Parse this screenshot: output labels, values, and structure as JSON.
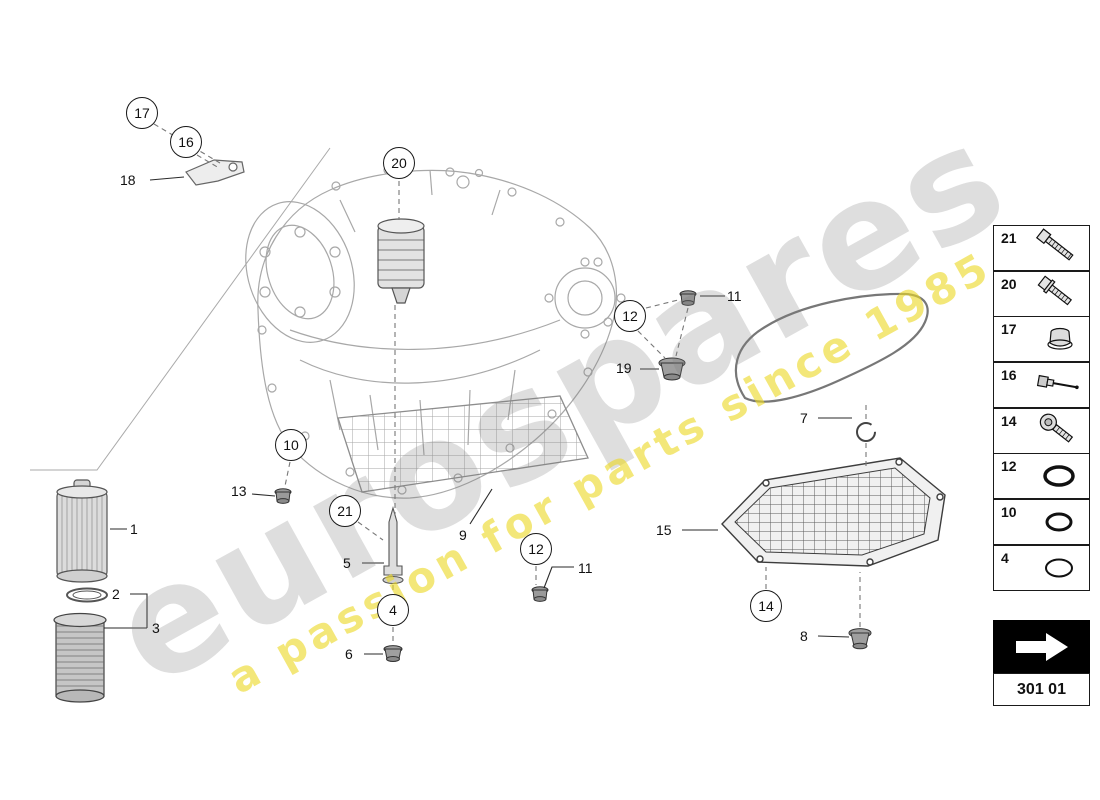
{
  "watermark": {
    "brand": "eurospares",
    "tagline": "a passion for parts since 1985"
  },
  "callouts_circled": [
    {
      "n": "17"
    },
    {
      "n": "16"
    },
    {
      "n": "20"
    },
    {
      "n": "12"
    },
    {
      "n": "10"
    },
    {
      "n": "21"
    },
    {
      "n": "12"
    },
    {
      "n": "4"
    },
    {
      "n": "14"
    }
  ],
  "callouts_plain": [
    {
      "n": "18"
    },
    {
      "n": "11"
    },
    {
      "n": "19"
    },
    {
      "n": "13"
    },
    {
      "n": "9"
    },
    {
      "n": "5"
    },
    {
      "n": "11"
    },
    {
      "n": "6"
    },
    {
      "n": "15"
    },
    {
      "n": "7"
    },
    {
      "n": "8"
    },
    {
      "n": "1"
    },
    {
      "n": "2"
    },
    {
      "n": "3"
    }
  ],
  "sidebar": {
    "items": [
      {
        "number": "21",
        "icon": "hex-bolt-icon"
      },
      {
        "number": "20",
        "icon": "flange-bolt-icon"
      },
      {
        "number": "17",
        "icon": "cap-nut-icon"
      },
      {
        "number": "16",
        "icon": "sensor-screw-icon"
      },
      {
        "number": "14",
        "icon": "washer-bolt-icon"
      },
      {
        "number": "12",
        "icon": "o-ring-icon"
      },
      {
        "number": "10",
        "icon": "o-ring-icon"
      },
      {
        "number": "4",
        "icon": "seal-ring-icon"
      }
    ]
  },
  "footer": {
    "diagram_code": "301 01"
  }
}
